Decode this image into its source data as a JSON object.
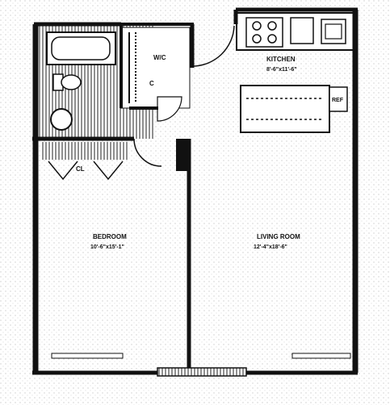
{
  "rooms": {
    "kitchen": {
      "name": "KITCHEN",
      "dims": "8'-6\"x11'-6\""
    },
    "bedroom": {
      "name": "BEDROOM",
      "dims": "10'-6\"x15'-1\""
    },
    "living_room": {
      "name": "LIVING ROOM",
      "dims": "12'-4\"x18'-6\""
    }
  },
  "closets": {
    "walk_in": "W/C",
    "linen": "C",
    "bedroom_closet": "CL"
  },
  "appliances": {
    "refrigerator": "REF"
  }
}
